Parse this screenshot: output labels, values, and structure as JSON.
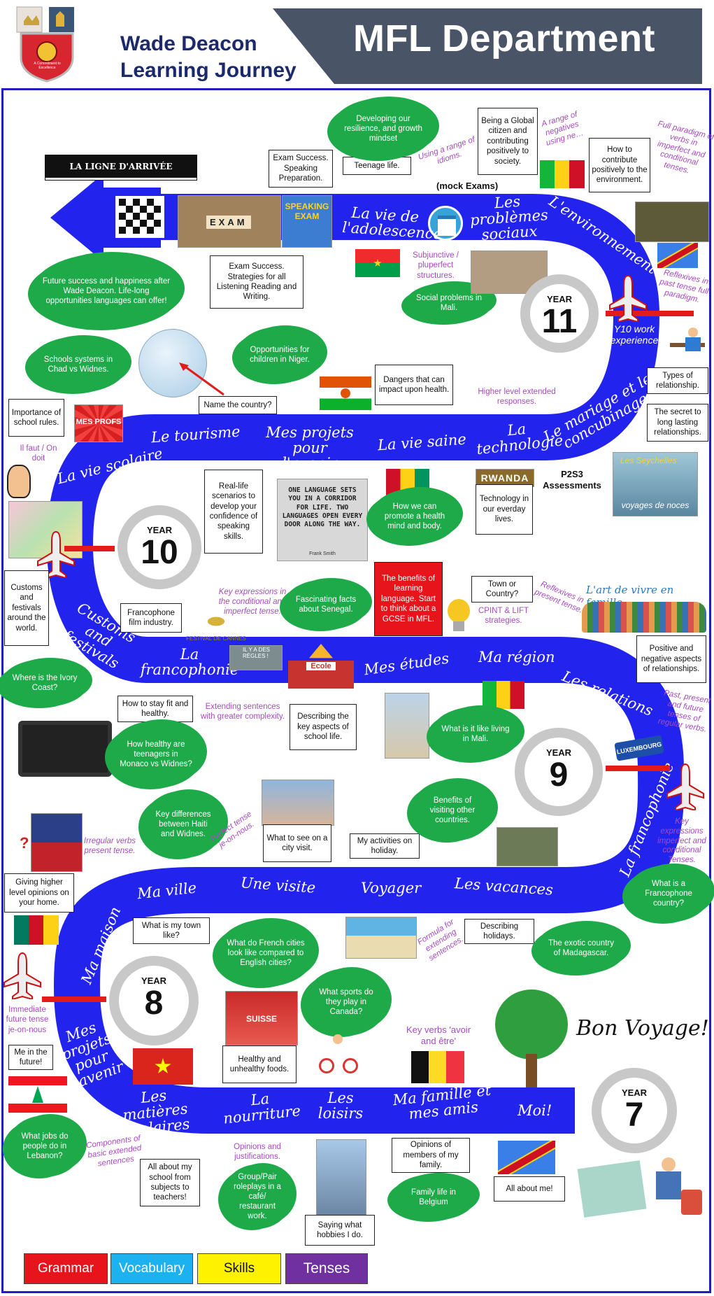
{
  "header": {
    "school_line1": "Wade Deacon",
    "school_line2": "Learning Journey",
    "department": "MFL Department",
    "crest_motto": "A Commitment to Excellence"
  },
  "finish_sign": "LA LIGNE D'ARRIVÉE",
  "bon_voyage": "Bon Voyage!",
  "years": {
    "y7": "7",
    "y8": "8",
    "y9": "9",
    "y10": "10",
    "y11": "11",
    "label": "YEAR"
  },
  "topics": {
    "y11": [
      "La vie de l'adolescence",
      "Les problèmes sociaux",
      "L'environnement",
      "Y10 work experience"
    ],
    "y10": [
      "La vie scolaire",
      "Le tourisme",
      "Mes projets pour l'avenir",
      "La vie saine",
      "La technologie",
      "Le mariage et le concubinage"
    ],
    "y9": [
      "Customs and festivals",
      "La francophonie",
      "Mes études",
      "Ma région",
      "Les relations",
      "La francophonie"
    ],
    "y8": [
      "Ma maison",
      "Ma ville",
      "Une visite",
      "Voyager",
      "Les vacances",
      "Mes projets pour l'avenir"
    ],
    "y7": [
      "Les matières scolaires",
      "La nourriture",
      "Les loisirs",
      "Ma famille et mes amis",
      "Moi!"
    ]
  },
  "skills_boxes": {
    "exam_speaking": "Exam Success. Speaking Preparation.",
    "teenage_life": "Teenage life.",
    "global_citizen": "Being a Global citizen and contributing positively to society.",
    "environment": "How to contribute positively to the environment.",
    "exam_strategies": "Exam Success. Strategies for all Listening Reading and Writing.",
    "types_relationship": "Types of relationship.",
    "secret_relationships": "The secret to long lasting relationships.",
    "dangers_health": "Dangers that can impact upon health.",
    "name_country": "Name the country?",
    "school_rules": "Importance of school rules.",
    "real_life": "Real-life scenarios to develop your confidence of speaking skills.",
    "technology": "Technology in our everday lives.",
    "customs": "Customs and festivals around the world.",
    "francophone_film": "Francophone film industry.",
    "town_country": "Town or Country?",
    "positive_negative": "Positive and negative aspects of relationships.",
    "stay_fit": "How to stay fit and healthy.",
    "school_life": "Describing the key aspects of school life.",
    "city_visit": "What to see on a city visit.",
    "activities_holiday": "My activities on holiday.",
    "higher_opinions": "Giving higher level opinions on your home.",
    "my_town": "What is my town like?",
    "describing_holidays": "Describing holidays.",
    "me_future": "Me in the future!",
    "healthy_foods": "Healthy and unhealthy foods.",
    "opinions_family": "Opinions of members of my family.",
    "all_about_school": "All about my school from subjects to teachers!",
    "hobbies": "Saying what hobbies I do.",
    "all_about_me": "All about me!"
  },
  "red_box": "The benefits of learning language. Start to think about a GCSE in MFL.",
  "clouds": {
    "resilience": "Developing our resilience, and growth mindset",
    "future_success": "Future success and happiness after Wade Deacon. Life-long opportunities languages can offer!",
    "social_mali": "Social problems in Mali.",
    "chad": "Schools systems in Chad vs Widnes.",
    "niger": "Opportunities for children in Niger.",
    "health_mind": "How we can promote a health mind and body.",
    "senegal": "Fascinating facts about Senegal.",
    "ivory_coast": "Where is the Ivory Coast?",
    "monaco": "How healthy are teenagers in Monaco vs Widnes?",
    "mali_living": "What is it like living in Mali.",
    "haiti": "Key differences between Haiti and Widnes.",
    "visiting": "Benefits of visiting other countries.",
    "francophone_country": "What is a Francophone country?",
    "french_cities": "What do French cities look like compared to English cities?",
    "canada": "What sports do they play in Canada?",
    "madagascar": "The exotic country of Madagascar.",
    "lebanon": "What jobs do people do in Lebanon?",
    "belgium": "Family life in Belgium"
  },
  "purple_notes": {
    "idioms": "Using a range of idioms.",
    "negatives": "A range of negatives using ne…",
    "full_paradigm": "Full paradigm of verbs in imperfect and conditional tenses.",
    "subjunctive": "Subjunctive / pluperfect structures.",
    "reflexives_past": "Reflexives in past tense full paradigm.",
    "higher_level": "Higher level extended responses.",
    "il_faut": "Il faut / On doit",
    "key_expressions_y9": "Key expressions in the conditional and imperfect tense.",
    "reflexives_present": "Reflexives in present tense.",
    "cpint": "CPINT & LIFT strategies.",
    "extending": "Extending sentences with greater complexity.",
    "past_present_future": "Past, present and future tenses of regular verbs.",
    "irregular": "Irregular verbs present tense.",
    "perfect": "Perfect tense je-on-nous.",
    "key_expressions_y8": "Key expressions imperfect and conditional Tenses.",
    "formula": "Formula for extending sentences.",
    "immediate_future": "Immediate future tense je-on-nous",
    "key_verbs": "Key verbs 'avoir and être'",
    "components": "Components of basic extended sentences",
    "opinions_just": "Opinions and justifications.",
    "group_pair": "Group/Pair roleplays in a café/ restaurant work."
  },
  "assessments": {
    "mock": "(mock Exams)",
    "p2s3": "P2S3 Assessments"
  },
  "image_texts": {
    "exam_tiles": "EXAM",
    "speaking_exam": "SPEAKING EXAM",
    "mes_profs": "MES PROFS",
    "rwanda": "RWANDA",
    "seychelles": "Les Seychelles",
    "voyages": "voyages de noces",
    "quote": "ONE LANGUAGE SETS YOU IN A CORRIDOR FOR LIFE. TWO LANGUAGES OPEN EVERY DOOR ALONG THE WAY.",
    "quote_author": "Frank Smith",
    "cannes": "FESTIVAL DE CANNES",
    "ecole": "Ecole",
    "art_de_vivre": "L'art de vivre en famille",
    "luxembourg": "LUXEMBOURG",
    "suisse": "SUISSE",
    "regles": "IL Y A DES RÈGLES !"
  },
  "legend": {
    "grammar": "Grammar",
    "vocabulary": "Vocabulary",
    "skills": "Skills",
    "tenses": "Tenses",
    "colors": {
      "grammar": "#e8141c",
      "vocabulary": "#1cb2ef",
      "skills": "#fff200",
      "tenses": "#7030a0"
    }
  },
  "colors": {
    "road": "#2323ee",
    "navy": "#4a5467",
    "cloud": "#1faa4a",
    "purple": "#a64bbf",
    "frame": "#1f1fbf"
  }
}
